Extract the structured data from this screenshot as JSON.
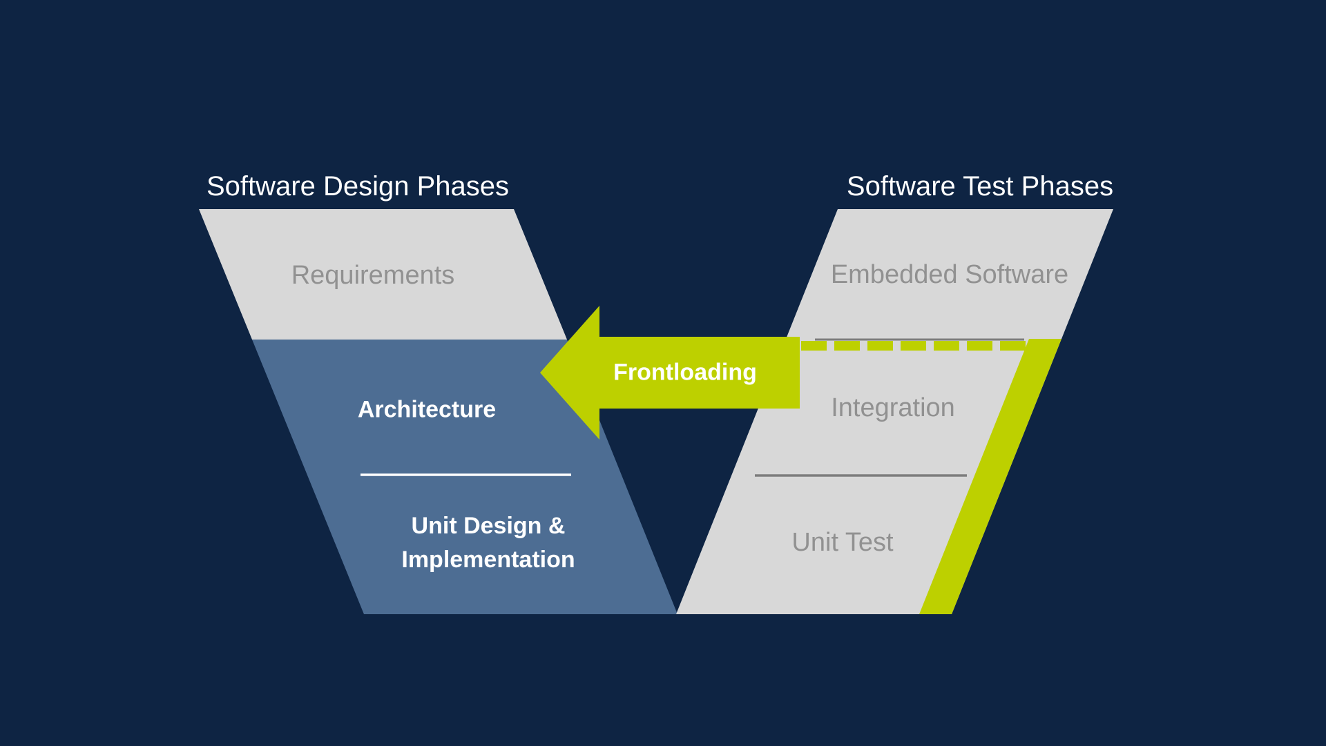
{
  "titles": {
    "design": "Software Design Phases",
    "test": "Software Test Phases"
  },
  "design_phases": {
    "requirements": "Requirements",
    "architecture": "Architecture",
    "unit_design_line1": "Unit Design &",
    "unit_design_line2": "Implementation"
  },
  "test_phases": {
    "embedded_software": "Embedded Software",
    "integration": "Integration",
    "unit_test": "Unit Test"
  },
  "arrow": {
    "label": "Frontloading"
  },
  "colors": {
    "background": "#0e2443",
    "panel_gray": "#d8d8d8",
    "panel_blue": "#4d6d93",
    "accent_green": "#bdd000",
    "muted_text": "#919191",
    "divider_gray": "#7d7d7d",
    "text_white": "#ffffff"
  }
}
